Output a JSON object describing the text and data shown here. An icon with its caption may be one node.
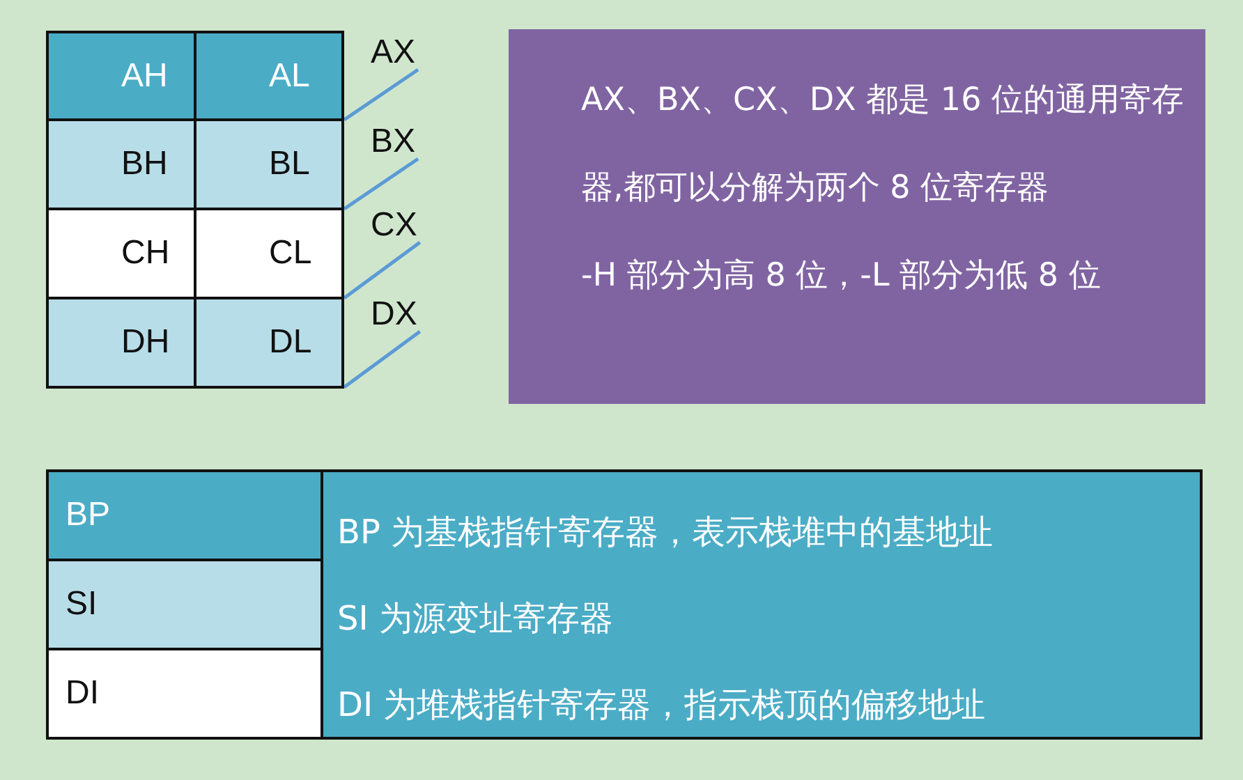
{
  "diagram": {
    "nodes": [
      {
        "text": [
          "AH"
        ]
      },
      {
        "text": [
          "AL"
        ]
      },
      {
        "text": [
          "BH"
        ]
      },
      {
        "text": [
          "BL"
        ]
      },
      {
        "text": [
          "CH"
        ]
      },
      {
        "text": [
          "CL"
        ]
      },
      {
        "text": [
          "DH"
        ]
      },
      {
        "text": [
          "DL"
        ]
      },
      {
        "text": [
          "AX"
        ]
      },
      {
        "text": [
          "BX"
        ]
      },
      {
        "text": [
          "CX"
        ]
      },
      {
        "text": [
          "DX"
        ]
      },
      {
        "text": [
          "AX、BX、CX、DX 都是 16 位的通用寄存器,都可以分解为两个 8 位寄存器",
          "-H 部分为高 8 位，-L 部分为低 8 位"
        ]
      },
      {
        "text": [
          "BP"
        ]
      },
      {
        "text": [
          "SI"
        ]
      },
      {
        "text": [
          "DI"
        ]
      },
      {
        "text": [
          "BP 为基栈指针寄存器，表示栈堆中的基地址",
          "SI 为源变址寄存器",
          "DI 为堆栈指针寄存器，指示栈顶的偏移地址"
        ]
      }
    ],
    "edges": [
      {
        "from": 8,
        "to": 1,
        "arrow": "none"
      },
      {
        "from": 9,
        "to": 3,
        "arrow": "none"
      },
      {
        "from": 10,
        "to": 5,
        "arrow": "none"
      },
      {
        "from": 11,
        "to": 7,
        "arrow": "none"
      }
    ]
  }
}
